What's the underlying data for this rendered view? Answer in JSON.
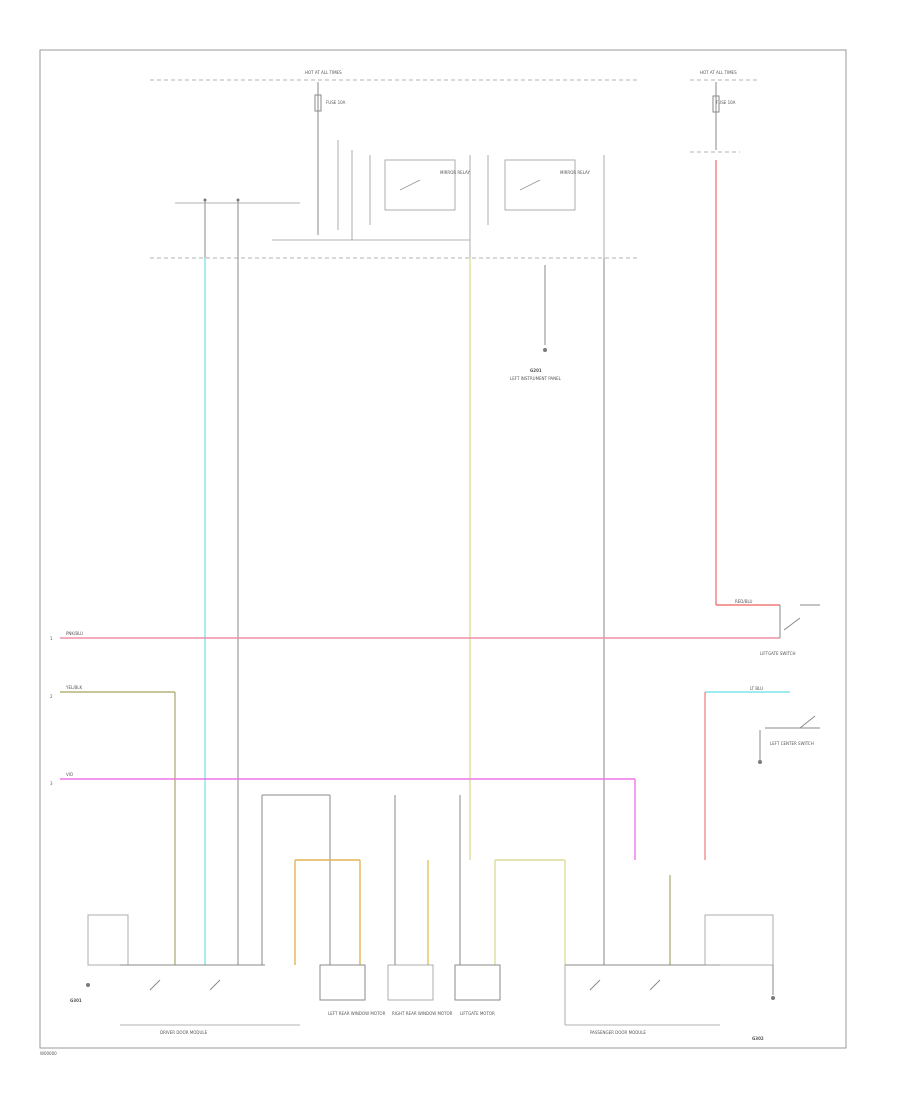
{
  "labels": {
    "footer_code": "W00000",
    "row_labels": [
      "1",
      "2",
      "3"
    ],
    "top_hot_left": "HOT AT ALL TIMES",
    "top_hot_right": "HOT AT ALL TIMES",
    "fuse_left": "FUSE 10A",
    "fuse_right": "FUSE 10A",
    "relay_1": "MIRROR RELAY",
    "relay_2": "MIRROR RELAY",
    "ground_label": "G201",
    "ground_desc": "LEFT INSTRUMENT PANEL",
    "lr_switch_desc": "LIFTGATE SWITCH",
    "lr_switch_desc2": "LEFT CENTER SWITCH",
    "wire_pink": "PNK/BLU",
    "wire_yellow": "YEL/BLK",
    "wire_magenta": "VIO",
    "wire_red": "RED/BLU",
    "wire_blue": "LT BLU",
    "driver_module": "DRIVER DOOR MODULE",
    "passenger_module": "PASSENGER DOOR MODULE",
    "left_rear_motor": "LEFT REAR WINDOW MOTOR",
    "right_rear_motor": "RIGHT REAR WINDOW MOTOR",
    "center_motor": "LIFTGATE MOTOR",
    "left_ground": "G301",
    "right_ground": "G302"
  },
  "colors": {
    "cyan": "#7fe6ec",
    "yellow": "#dedd9a",
    "pink": "#ef8fa8",
    "magenta": "#ee77e6",
    "red": "#f07a7a",
    "olive": "#b6b37c",
    "orange": "#e3b455",
    "gray": "#8a8a8a"
  }
}
